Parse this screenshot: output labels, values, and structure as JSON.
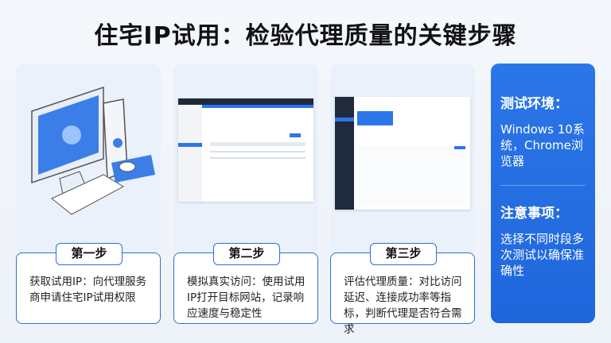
{
  "title": "住宅IP试用：检验代理质量的关键步骤",
  "steps": [
    {
      "label": "第一步",
      "text": "获取试用IP：向代理服务商申请住宅IP试用权限"
    },
    {
      "label": "第二步",
      "text": "模拟真实访问：使用试用IP打开目标网站，记录响应速度与稳定性"
    },
    {
      "label": "第三步",
      "text": "评估代理质量：对比访问延迟、连接成功率等指标，判断代理是否符合需求"
    }
  ],
  "side": {
    "env_title": "测试环境：",
    "env_text": "Windows 10系统，Chrome浏览器",
    "note_title": "注意事项：",
    "note_text": "选择不同时段多次测试以确保准确性"
  },
  "colors": {
    "accent": "#2b76e8",
    "border": "#2f6fd6"
  }
}
